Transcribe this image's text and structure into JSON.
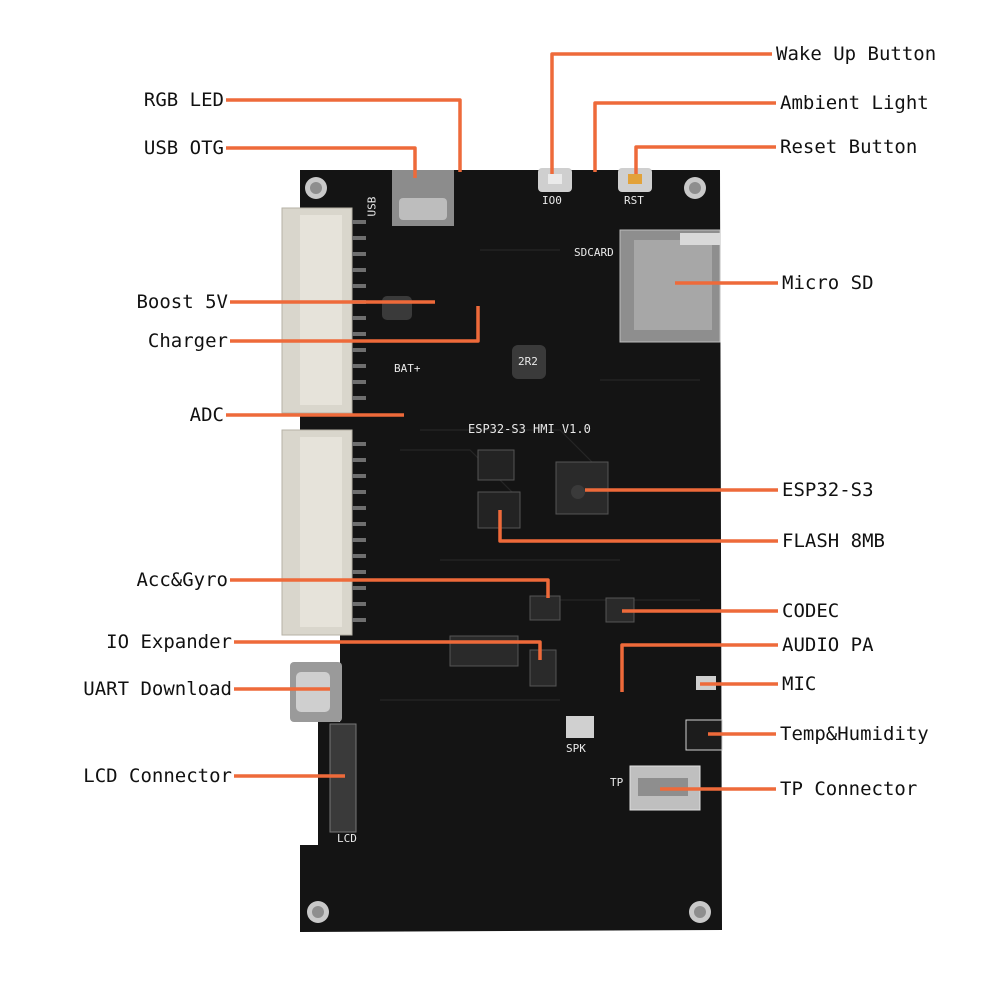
{
  "board": {
    "silkscreen": {
      "title": "ESP32-S3 HMI V1.0",
      "usb": "USB",
      "io0": "IO0",
      "rst": "RST",
      "sdcard": "SDCARD",
      "bat": "BAT+",
      "spk": "SPK",
      "tp": "TP",
      "lcd": "LCD",
      "inductor": "2R2"
    }
  },
  "labels": {
    "left": [
      {
        "id": "rgb-led",
        "text": "RGB LED"
      },
      {
        "id": "usb-otg",
        "text": "USB OTG"
      },
      {
        "id": "boost-5v",
        "text": "Boost 5V"
      },
      {
        "id": "charger",
        "text": "Charger"
      },
      {
        "id": "adc",
        "text": "ADC"
      },
      {
        "id": "acc-gyro",
        "text": "Acc&Gyro"
      },
      {
        "id": "io-expander",
        "text": "IO Expander"
      },
      {
        "id": "uart-download",
        "text": "UART Download"
      },
      {
        "id": "lcd-connector",
        "text": "LCD Connector"
      }
    ],
    "right": [
      {
        "id": "wake-up-button",
        "text": "Wake Up Button"
      },
      {
        "id": "ambient-light",
        "text": "Ambient Light"
      },
      {
        "id": "reset-button",
        "text": "Reset Button"
      },
      {
        "id": "micro-sd",
        "text": "Micro SD"
      },
      {
        "id": "esp32-s3",
        "text": "ESP32-S3"
      },
      {
        "id": "flash-8mb",
        "text": "FLASH 8MB"
      },
      {
        "id": "codec",
        "text": "CODEC"
      },
      {
        "id": "audio-pa",
        "text": "AUDIO PA"
      },
      {
        "id": "mic",
        "text": "MIC"
      },
      {
        "id": "temp-humidity",
        "text": "Temp&Humidity"
      },
      {
        "id": "tp-connector",
        "text": "TP Connector"
      }
    ]
  },
  "colors": {
    "leader": "#ee6a3a",
    "pcb": "#141414",
    "silk": "#e9e9e9",
    "connector": "#d9d6cc",
    "text": "#111111"
  }
}
